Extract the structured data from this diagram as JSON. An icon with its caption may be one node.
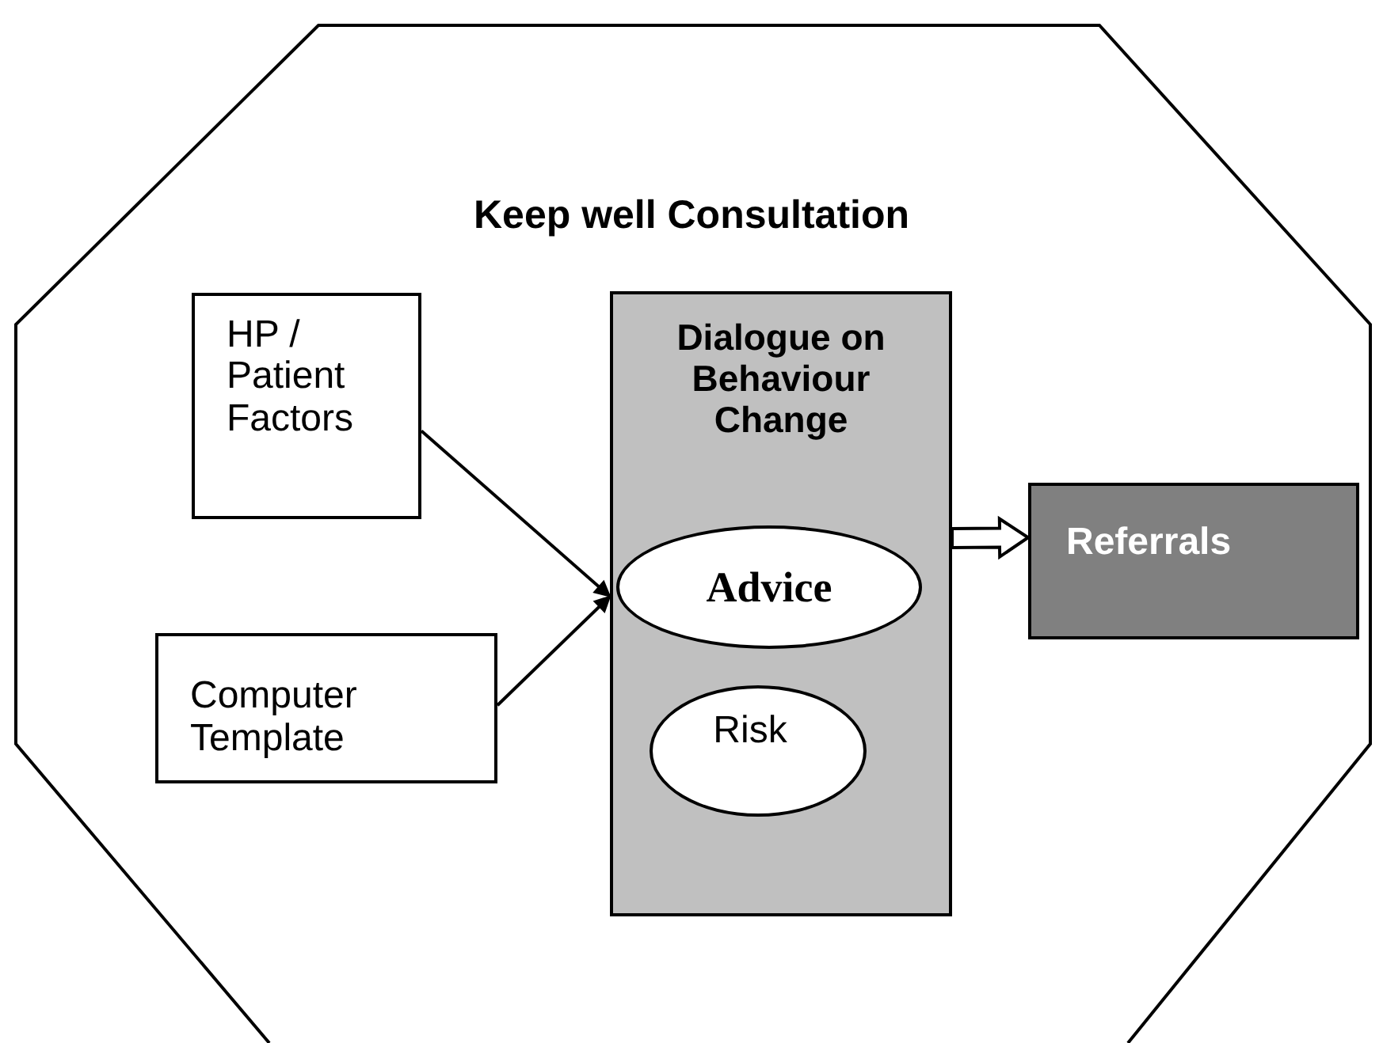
{
  "diagram": {
    "nodes": [
      {
        "text": [
          "Keep well Consultation"
        ]
      },
      {
        "text": [
          "HP / Patient Factors"
        ],
        "in": 0
      },
      {
        "text": [
          "Computer Template"
        ],
        "in": 0
      },
      {
        "text": [
          "Dialogue on Behaviour Change"
        ],
        "in": 0
      },
      {
        "text": [
          "Advice"
        ],
        "in": 3
      },
      {
        "text": [
          "Risk"
        ],
        "in": 3
      },
      {
        "text": [
          "Referrals"
        ],
        "in": 0
      }
    ],
    "edges": [
      {
        "from": 1,
        "to": 4,
        "arrow": "to"
      },
      {
        "from": 2,
        "to": 4,
        "arrow": "to"
      },
      {
        "from": 3,
        "to": 6,
        "arrow": "to",
        "style": "thick"
      }
    ]
  }
}
